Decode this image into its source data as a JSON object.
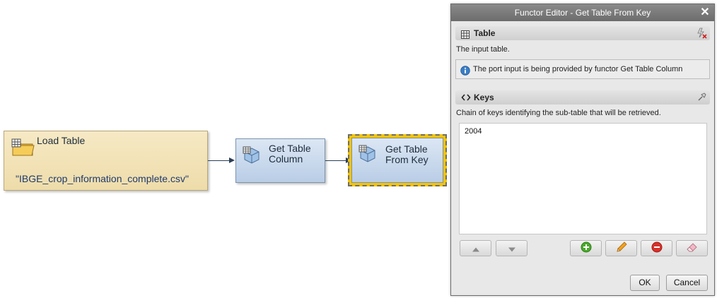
{
  "canvas": {
    "load_node": {
      "title": "Load Table",
      "file": "\"IBGE_crop_information_complete.csv\""
    },
    "col_node": {
      "title_line1": "Get Table",
      "title_line2": "Column"
    },
    "key_node": {
      "title_line1": "Get Table",
      "title_line2": "From Key"
    }
  },
  "dialog": {
    "title": "Functor Editor - Get Table From Key",
    "close_glyph": "✕",
    "table_section": {
      "header": "Table",
      "description": "The input table.",
      "info": "The port input is being provided by functor Get Table Column"
    },
    "keys_section": {
      "header": "Keys",
      "description": "Chain of keys identifying the sub-table that will be retrieved.",
      "items": [
        "2004"
      ]
    },
    "buttons": {
      "ok": "OK",
      "cancel": "Cancel"
    }
  },
  "colors": {
    "load_node_bg": "#f1e2b6",
    "functor_node_bg": "#c9d9ec",
    "selection": "#f5c400",
    "titlebar": "#7a7a7a"
  },
  "icons": {
    "load_node": "folder-table-icon",
    "functor_node": "cube-table-icon",
    "table_header": "table-icon",
    "keys_header": "code-brackets-icon",
    "info": "info-icon",
    "move_up": "arrow-up-icon",
    "move_down": "arrow-down-icon",
    "add": "add-icon",
    "edit": "pencil-icon",
    "remove": "remove-icon",
    "clear": "eraser-icon"
  }
}
